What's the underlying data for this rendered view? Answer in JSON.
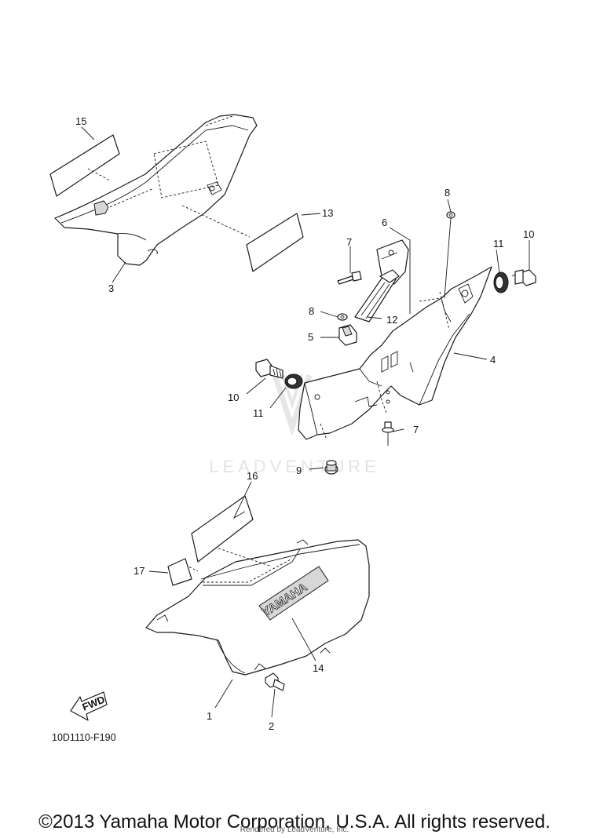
{
  "watermark": "LEADVENTURE",
  "diagram_code": "10D1110-F190",
  "fwd_label": "FWD",
  "logo_text": "YAMAHA",
  "callouts": {
    "c1": "1",
    "c2": "2",
    "c3": "3",
    "c4": "4",
    "c5": "5",
    "c6": "6",
    "c7a": "7",
    "c7b": "7",
    "c8a": "8",
    "c8b": "8",
    "c9": "9",
    "c10a": "10",
    "c10b": "10",
    "c11a": "11",
    "c11b": "11",
    "c12": "12",
    "c13": "13",
    "c14": "14",
    "c15": "15",
    "c16": "16",
    "c17": "17"
  },
  "copyright": "©2013 Yamaha Motor Corporation, U.S.A. All rights reserved.",
  "rendered_by": "Rendered by LeadVenture, Inc."
}
